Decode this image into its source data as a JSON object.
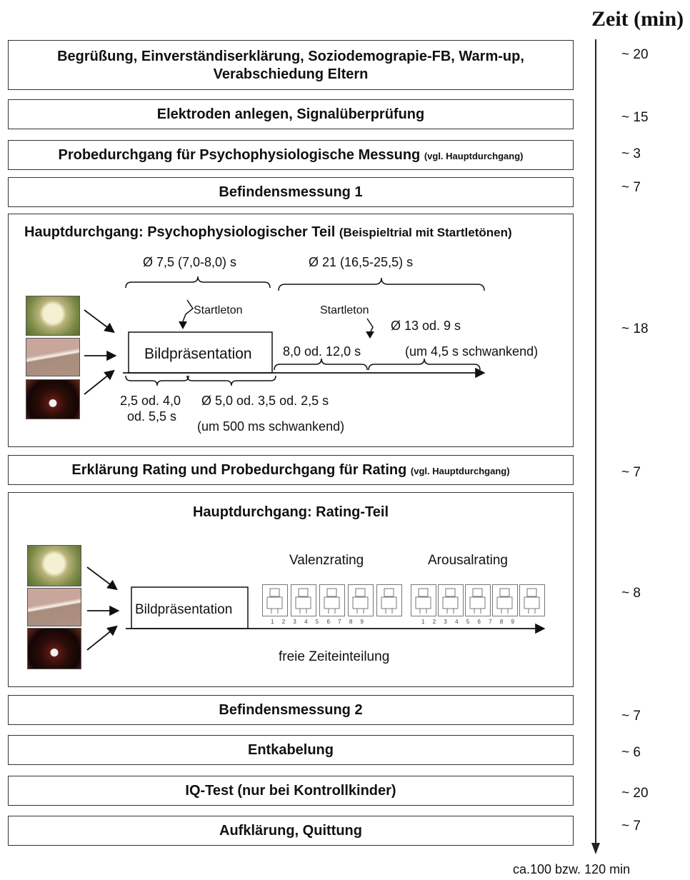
{
  "header": {
    "time_label": "Zeit (min)"
  },
  "steps": [
    {
      "label_line1": "Begrüßung, Einverständiserklärung, Soziodemograpie-FB, Warm-up,",
      "label_line2": "Verabschiedung Eltern",
      "minutes": "~ 20"
    },
    {
      "label": "Elektroden anlegen, Signalüberprüfung",
      "minutes": "~ 15"
    },
    {
      "label": "Probedurchgang für Psychophysiologische Messung",
      "suffix": "(vgl. Hauptdurchgang)",
      "minutes": "~ 3"
    },
    {
      "label": "Befindensmessung  1",
      "minutes": "~ 7"
    },
    {
      "label": "Hauptdurchgang:  Psychophysiologischer Teil",
      "suffix": "(Beispieltrial mit Startletönen)",
      "minutes": "~ 18"
    },
    {
      "label": "Erklärung Rating und Probedurchgang für Rating",
      "suffix": "(vgl. Hauptdurchgang)",
      "minutes": "~ 7"
    },
    {
      "label": "Hauptdurchgang: Rating-Teil",
      "minutes": "~ 8"
    },
    {
      "label": "Befindensmessung 2",
      "minutes": "~ 7"
    },
    {
      "label": "Entkabelung",
      "minutes": "~ 6"
    },
    {
      "label": "IQ-Test (nur bei Kontrollkinder)",
      "minutes": "~ 20"
    },
    {
      "label": "Aufklärung, Quittung",
      "minutes": "~ 7"
    }
  ],
  "psychophys": {
    "brace1": "Ø 7,5 (7,0-8,0) s",
    "brace2": "Ø 21 (16,5-25,5) s",
    "startle1": "Startleton",
    "startle2": "Startleton",
    "presentation": "Bildpräsentation",
    "interval1": "8,0 od. 12,0 s",
    "interval2": "Ø 13 od. 9 s",
    "interval2_note": "(um 4,5 s schwankend)",
    "pre_a": "2,5 od. 4,0",
    "pre_b": "od. 5,5 s",
    "post": "Ø 5,0 od. 3,5 od. 2,5 s",
    "post_note": "(um 500 ms schwankend)"
  },
  "rating": {
    "presentation": "Bildpräsentation",
    "valence": "Valenzrating",
    "arousal": "Arousalrating",
    "free_time": "freie Zeiteinteilung",
    "scale_numbers": [
      "1",
      "2",
      "3",
      "4",
      "5",
      "6",
      "7",
      "8",
      "9"
    ]
  },
  "footer": {
    "total": "ca.100 bzw. 120 min"
  }
}
